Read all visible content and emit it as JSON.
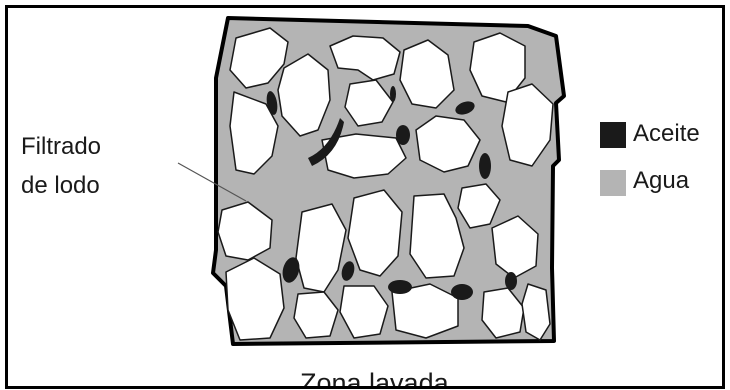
{
  "diagram": {
    "annotation": {
      "line1": "Filtrado",
      "line2": "de lodo"
    },
    "caption": "Zona lavada",
    "legend": [
      {
        "label": "Aceite",
        "color": "#1a1a1a"
      },
      {
        "label": "Agua",
        "color": "#b4b4b4"
      }
    ],
    "colors": {
      "water": "#b4b4b4",
      "oil": "#1a1a1a",
      "grain": "#ffffff",
      "border": "#000000"
    }
  }
}
